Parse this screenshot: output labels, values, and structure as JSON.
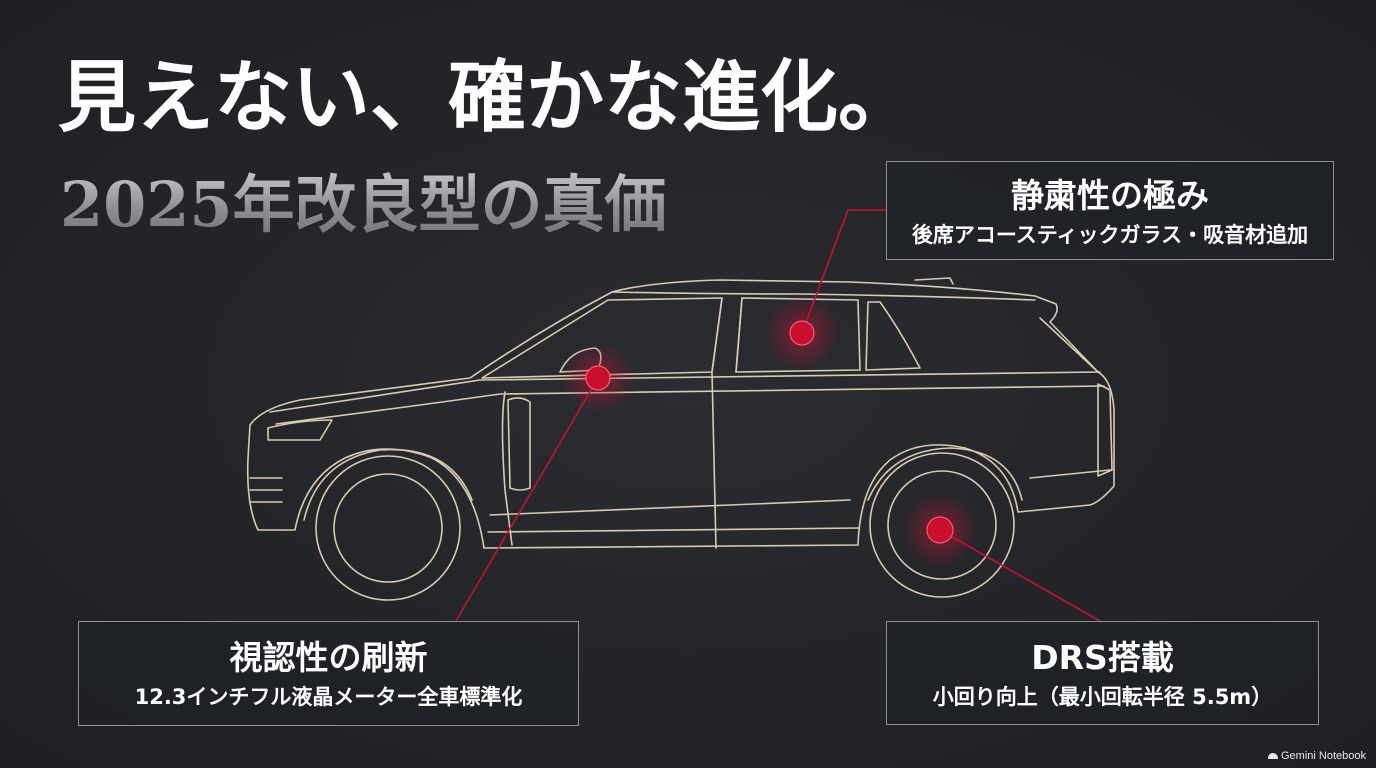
{
  "headline": "見えない、確かな進化。",
  "subheadline": "2025年改良型の真価",
  "callouts": {
    "silence": {
      "title": "静粛性の極み",
      "subtitle": "後席アコースティックガラス・吸音材追加"
    },
    "visibility": {
      "title": "視認性の刷新",
      "subtitle": "12.3インチフル液晶メーター全車標準化"
    },
    "drs": {
      "title": "DRS搭載",
      "subtitle": "小回り向上（最小回転半径 5.5m）"
    }
  },
  "watermark": "Gemini Notebook",
  "colors": {
    "background": "#23252a",
    "car_outline": "#d8cbb0",
    "highlight": "#c8102e",
    "callout_border": "#8e9094"
  }
}
